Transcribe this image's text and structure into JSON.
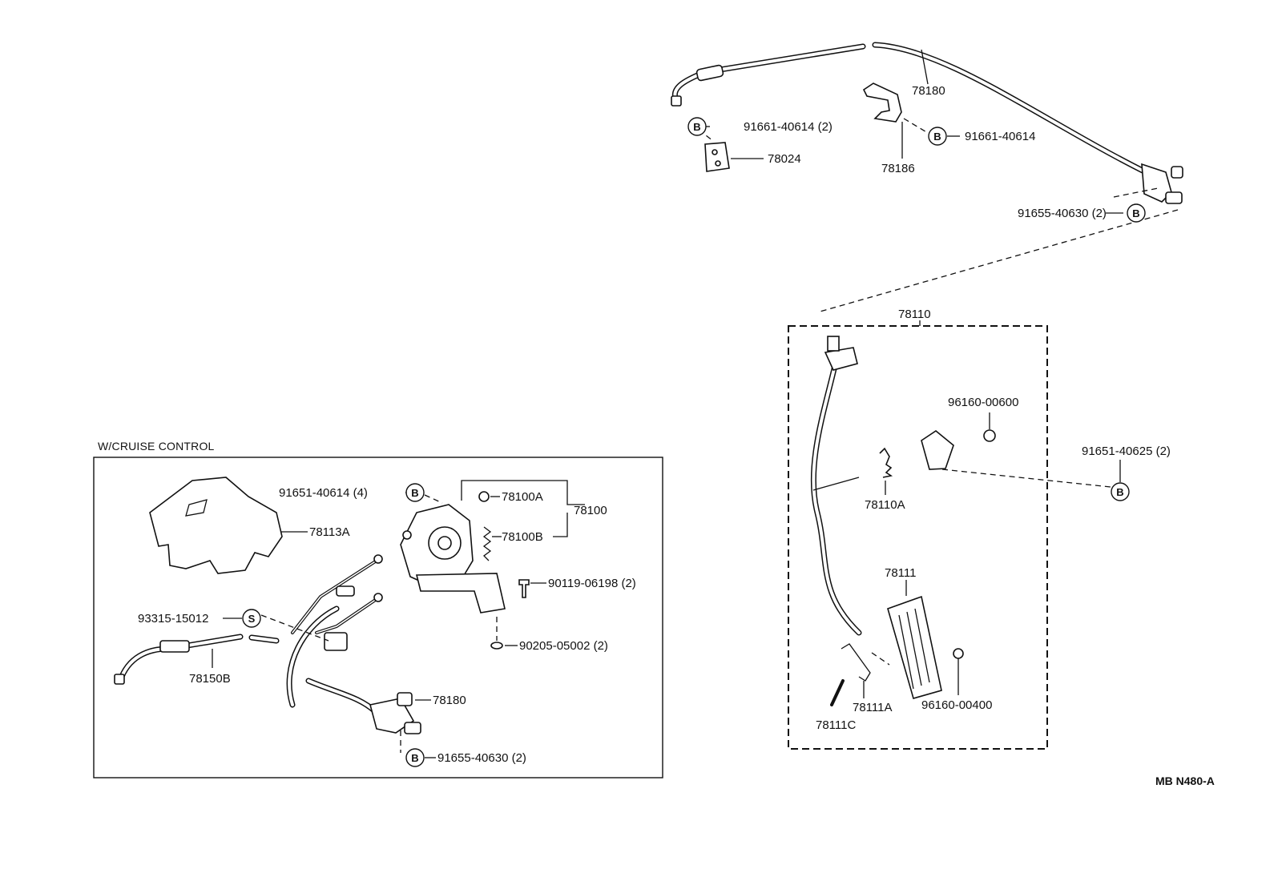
{
  "labels": {
    "p78180_top": "78180",
    "p91661_40614_2": "91661-40614 (2)",
    "p91661_40614": "91661-40614",
    "p78024": "78024",
    "p78186": "78186",
    "p91655_40630_top": "91655-40630 (2)",
    "p78110": "78110",
    "p96160_00600": "96160-00600",
    "p91651_40625": "91651-40625 (2)",
    "p78110A": "78110A",
    "p78111": "78111",
    "p78111A": "78111A",
    "p96160_00400": "96160-00400",
    "p78111C": "78111C",
    "section_title": "W/CRUISE CONTROL",
    "p91651_40614_4": "91651-40614 (4)",
    "p78100A": "78100A",
    "p78100": "78100",
    "p78100B": "78100B",
    "p78113A": "78113A",
    "p90119_06198": "90119-06198 (2)",
    "p93315_15012": "93315-15012",
    "p90205_05002": "90205-05002 (2)",
    "p78150B": "78150B",
    "p78180_bottom": "78180",
    "p91655_40630_bottom": "91655-40630 (2)",
    "diagram_code": "MB N480-A"
  },
  "markers": {
    "b": "B",
    "s": "S"
  }
}
